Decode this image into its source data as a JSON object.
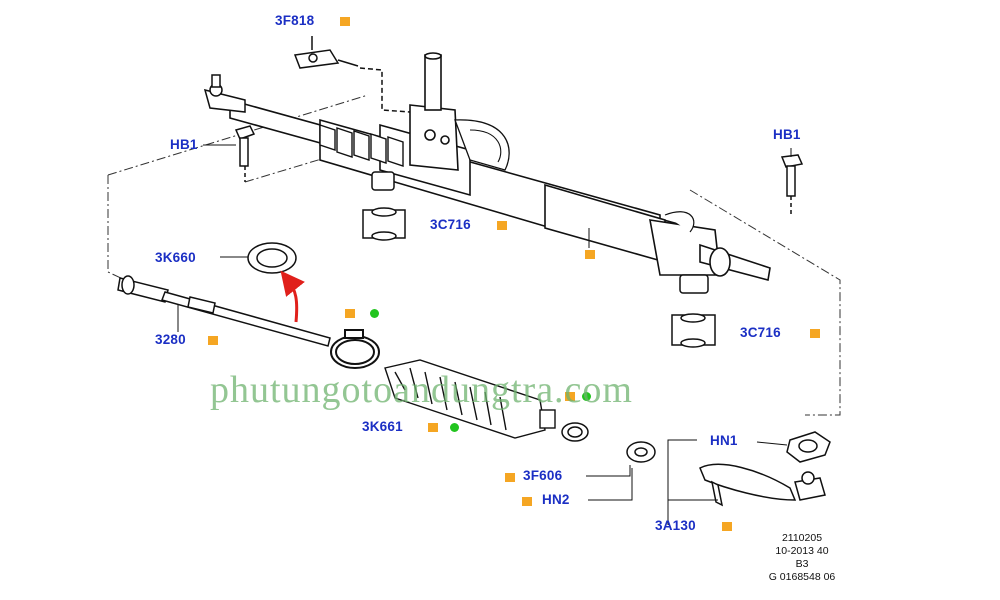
{
  "labels": {
    "p3F818": "3F818",
    "hb1_left": "HB1",
    "hb1_right": "HB1",
    "p3C716_a": "3C716",
    "p3C716_b": "3C716",
    "p3K660": "3K660",
    "p3280": "3280",
    "p3K661": "3K661",
    "p3F606": "3F606",
    "hn2": "HN2",
    "hn1": "HN1",
    "p3A130": "3A130"
  },
  "reference": {
    "line1": "2110205",
    "line2": "10-2013 40",
    "line3": "B3",
    "line4": "G 0168548 06"
  },
  "watermark": "phutungotoandungtra.com",
  "colors": {
    "label_blue": "#1b2fc4",
    "marker_orange": "#f5a623",
    "marker_green": "#22c41f",
    "arrow_red": "#e0201b",
    "watermark_green": "#6fb36f"
  }
}
